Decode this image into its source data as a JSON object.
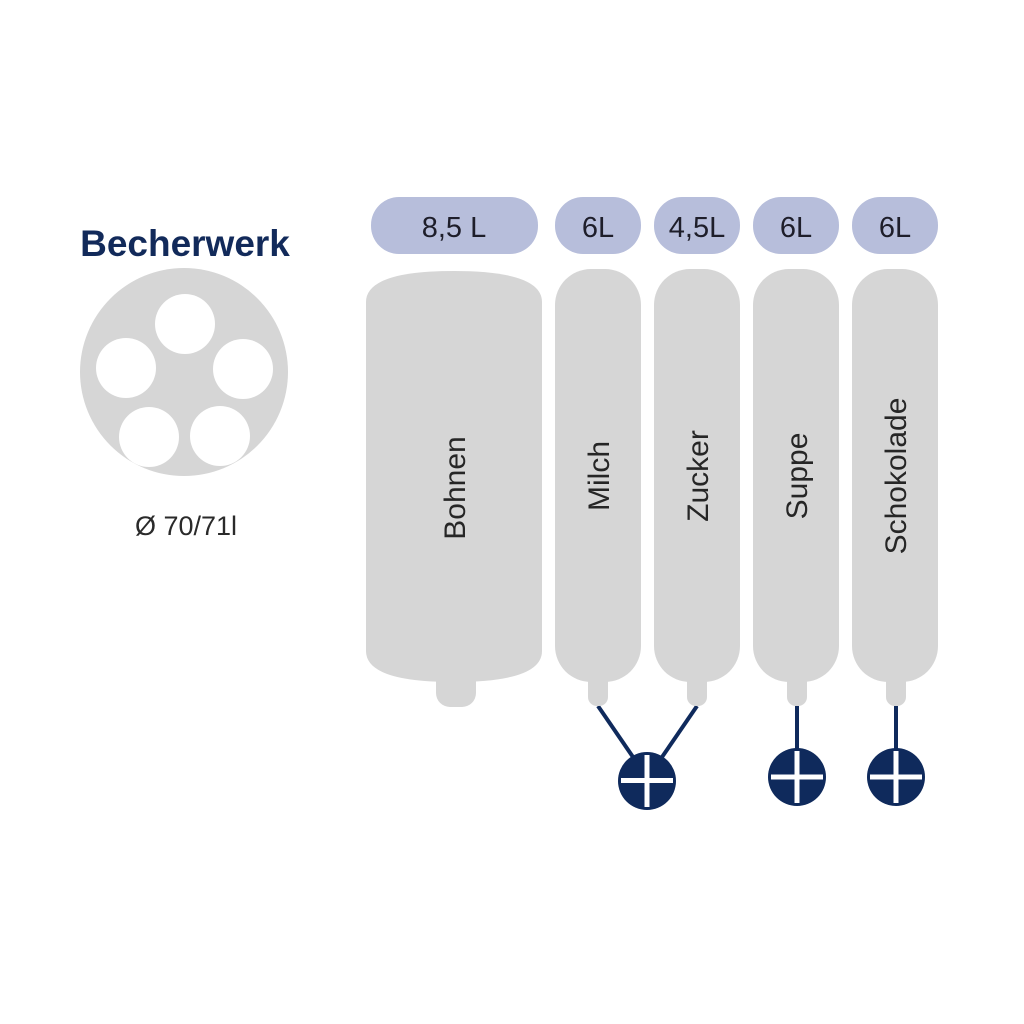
{
  "becherwerk": {
    "title": "Becherwerk",
    "diameter_label": "Ø 70/71l"
  },
  "canisters": [
    {
      "name": "Bohnen",
      "capacity": "8,5 L",
      "outlet": "none"
    },
    {
      "name": "Milch",
      "capacity": "6L",
      "outlet": "mixer-1"
    },
    {
      "name": "Zucker",
      "capacity": "4,5L",
      "outlet": "mixer-1"
    },
    {
      "name": "Suppe",
      "capacity": "6L",
      "outlet": "mixer-2"
    },
    {
      "name": "Schokolade",
      "capacity": "6L",
      "outlet": "mixer-3"
    }
  ],
  "colors": {
    "title": "#122a5a",
    "capacity_pill": "#b7bedb",
    "canister": "#d6d6d6",
    "mixer": "#0f2a5c"
  }
}
